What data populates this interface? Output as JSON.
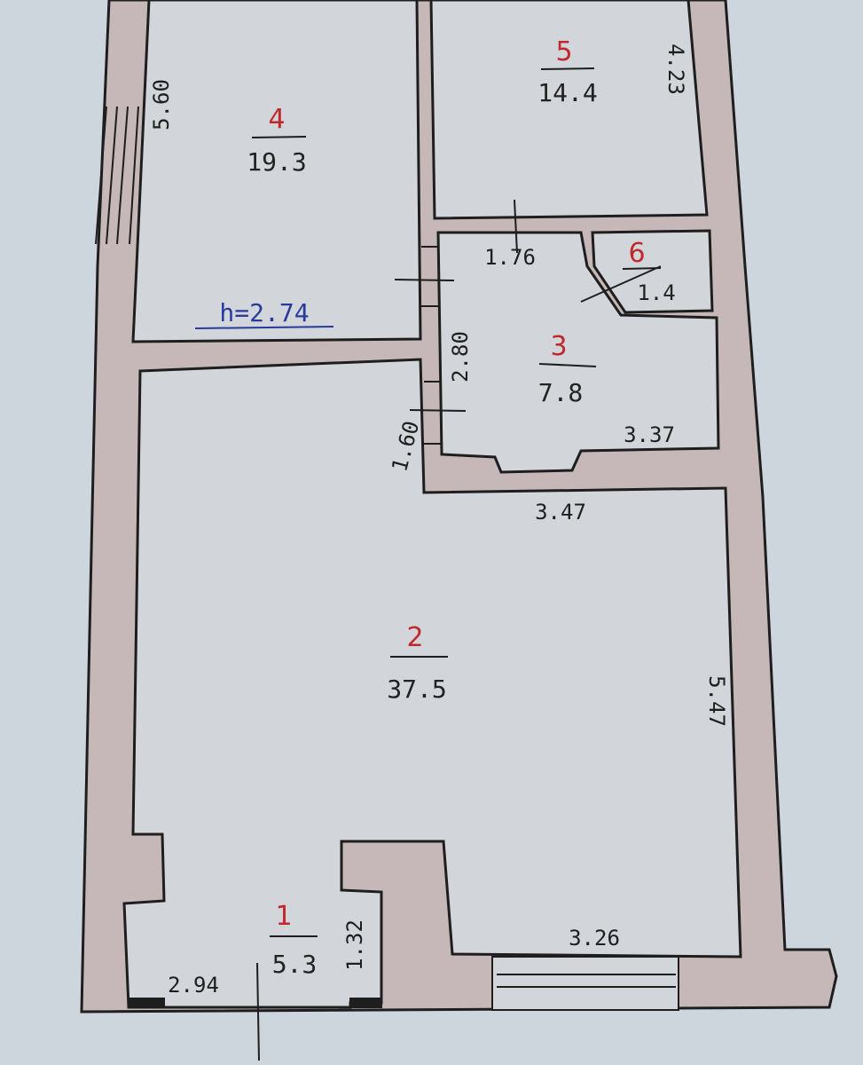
{
  "colors": {
    "background": "#cdd6dc",
    "wall_fill": "#c6b8b8",
    "wall_line": "#1e1e1e",
    "room_number": "#c0282c",
    "height_label": "#283a9a"
  },
  "rooms": [
    {
      "number": "1",
      "area": "5.3"
    },
    {
      "number": "2",
      "area": "37.5"
    },
    {
      "number": "3",
      "area": "7.8"
    },
    {
      "number": "4",
      "area": "19.3"
    },
    {
      "number": "5",
      "area": "14.4"
    },
    {
      "number": "6",
      "area": "1.4"
    }
  ],
  "dimensions": {
    "room4_side": "5.60",
    "room5_side": "4.23",
    "corridor_width": "1.76",
    "room3_side": "2.80",
    "room3_bottom": "3.37",
    "passage_width": "1.60",
    "room2_top": "3.47",
    "room2_side": "5.47",
    "room2_bottom": "3.26",
    "hall_side": "1.32",
    "hall_bottom": "2.94"
  },
  "ceiling_height": "h=2.74"
}
